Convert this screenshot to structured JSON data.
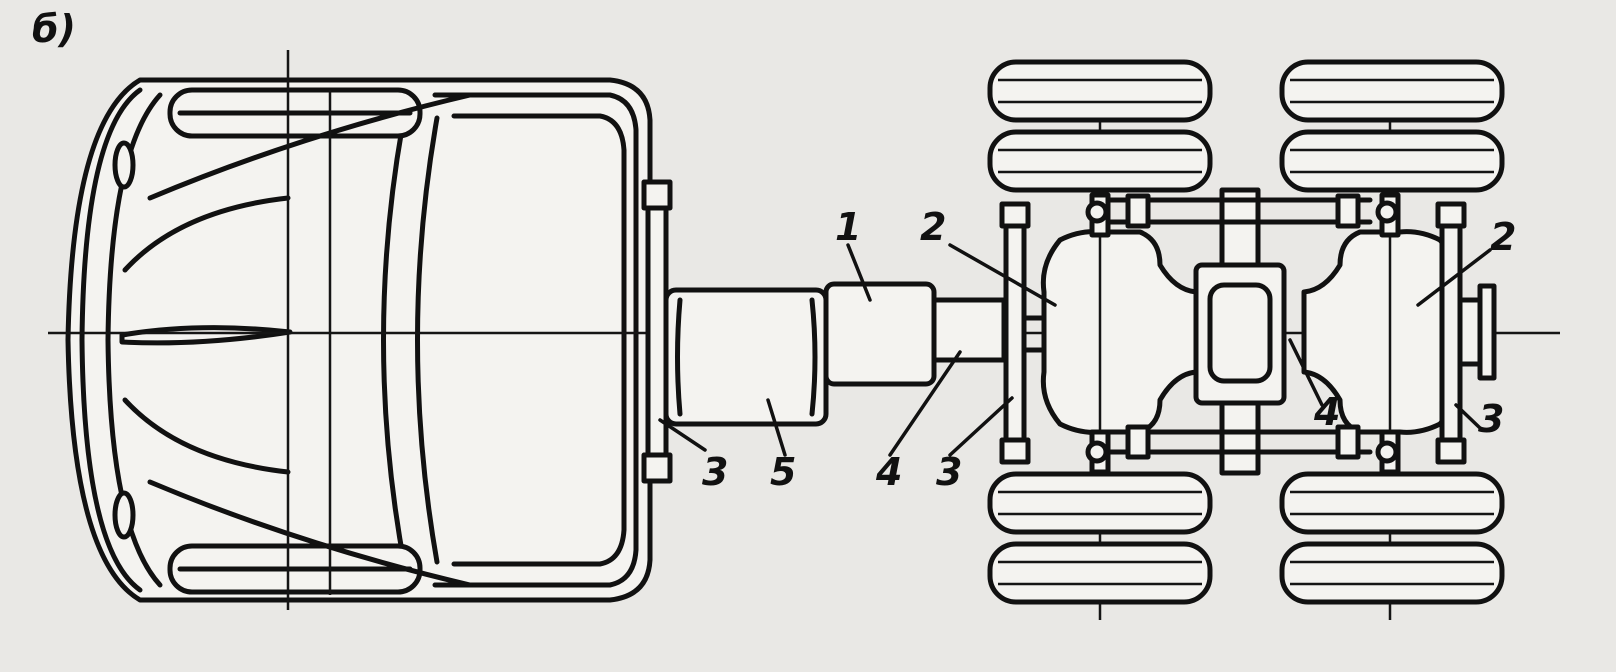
{
  "figure_label": "б)",
  "callouts": {
    "steering_box": "1",
    "rear_axle_front": "2",
    "rear_axle_back": "2",
    "transverse_beam_cab": "3",
    "transverse_beam_mid": "3",
    "transverse_beam_rear": "3",
    "shaft_front": "4",
    "shaft_rear": "4",
    "gearbox": "5"
  }
}
